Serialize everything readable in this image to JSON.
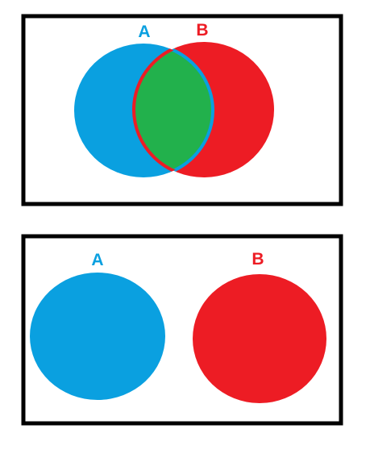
{
  "colors": {
    "set_a": "#0aa0e0",
    "set_b": "#ed1c24",
    "intersection": "#22b14c",
    "frame": "#000000",
    "background": "#ffffff"
  },
  "panels": [
    {
      "id": "overlapping",
      "relationship": "overlapping",
      "label_a": "A",
      "label_b": "B"
    },
    {
      "id": "disjoint",
      "relationship": "disjoint",
      "label_a": "A",
      "label_b": "B"
    }
  ]
}
